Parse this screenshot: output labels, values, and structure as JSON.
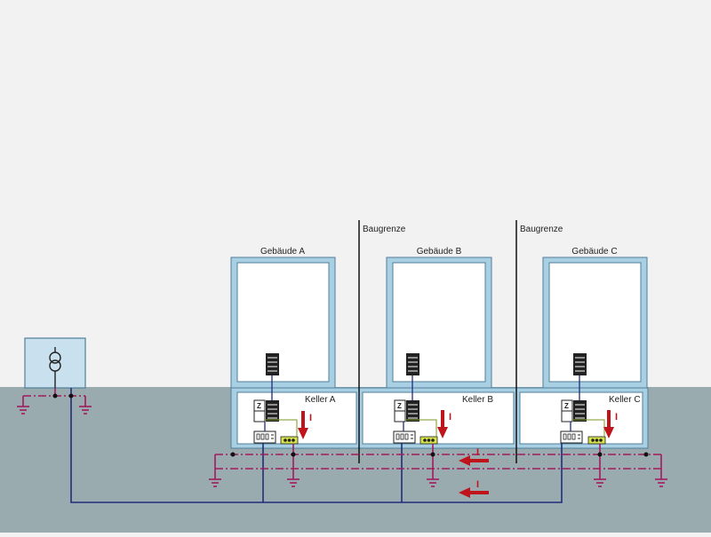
{
  "labels": {
    "boundary_left": "Baugrenze",
    "boundary_right": "Baugrenze",
    "building_a": "Gebäude A",
    "building_b": "Gebäude B",
    "building_c": "Gebäude C",
    "cellar_a": "Keller A",
    "cellar_b": "Keller B",
    "cellar_c": "Keller C",
    "meter_a": "Z",
    "meter_b": "Z",
    "meter_c": "Z",
    "current_a": "I",
    "current_b": "I",
    "current_c": "I",
    "current_upper": "I",
    "current_lower": "I"
  },
  "colors": {
    "sky": "#f2f2f2",
    "ground": "#9aabb0",
    "building_frame": "#a9cfe2",
    "building_outline": "#4f7f99",
    "pe_line": "#a21a5e",
    "neutral_line": "#1f2d7a",
    "current_arrow": "#c0141c",
    "terminal": "#d7e34a"
  }
}
